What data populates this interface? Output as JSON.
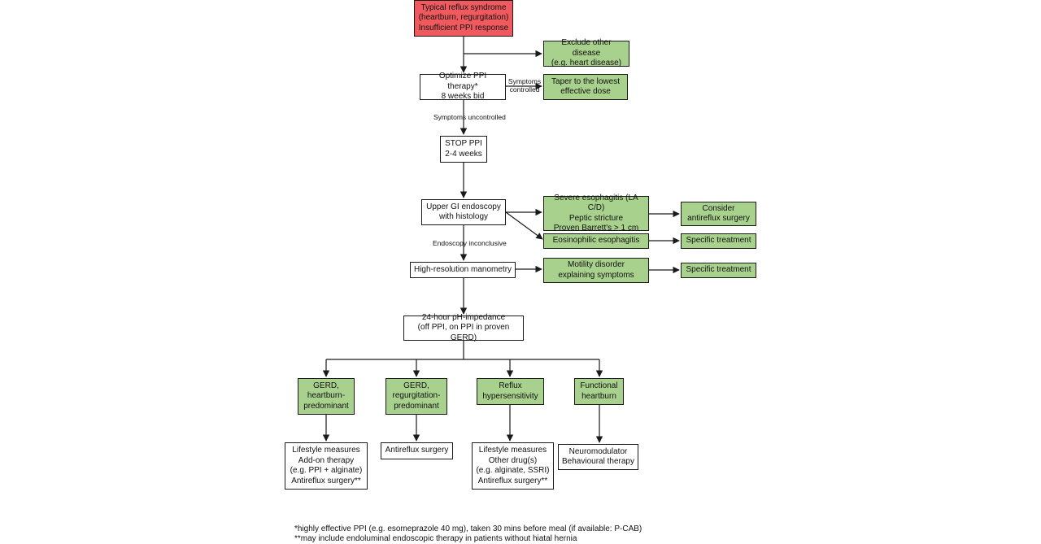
{
  "colors": {
    "start": "#f05a5f",
    "outcome": "#a9d18e",
    "step": "#ffffff",
    "line": "#1a1a1a"
  },
  "nodes": {
    "start": "Typical reflux syndrome\n(heartburn, regurgitation)\nInsufficient  PPI response",
    "exclude": "Exclude other disease\n(e.g. heart disease)",
    "optimize": "Optimize PPI therapy*\n8 weeks bid",
    "taper": "Taper to the lowest\neffective dose",
    "stop": "STOP PPI\n2-4 weeks",
    "endoscopy": "Upper GI endoscopy\nwith histology",
    "severe": "Severe esophagitis (LA C/D)\nPeptic stricture\nProven Barrett's > 1 cm",
    "antireflux_consider": "Consider\nantireflux surgery",
    "eosinophilic": "Eosinophilic  esophagitis",
    "specific1": "Specific treatment",
    "manometry": "High-resolution  manometry",
    "motility": "Motility disorder\nexplaining symptoms",
    "specific2": "Specific treatment",
    "impedance": "24-hour pH-impedance\n(off PPI, on PPI in proven GERD)",
    "gerd_heartburn": "GERD,\nheartburn-\npredominant",
    "gerd_regurg": "GERD,\nregurgitation-\npredominant",
    "hypersensitivity": "Reflux\nhypersensitivity",
    "functional": "Functional\nheartburn",
    "tx_heartburn": "Lifestyle measures\nAdd-on therapy\n(e.g. PPI + alginate)\nAntireflux surgery**",
    "tx_regurg": "Antireflux surgery",
    "tx_hypersensitivity": "Lifestyle measures\nOther drug(s)\n(e.g. alginate, SSRI)\nAntireflux surgery**",
    "tx_functional": "Neuromodulator\nBehavioural therapy"
  },
  "edge_labels": {
    "controlled": "Symptoms\ncontrolled",
    "uncontrolled": "Symptoms uncontrolled",
    "inconclusive": "Endoscopy  inconclusive"
  },
  "footnotes": [
    "*highly effective PPI (e.g. esomeprazole 40 mg), taken 30 mins before meal (if available: P-CAB)",
    "**may include endoluminal  endoscopic therapy in patients without hiatal hernia"
  ]
}
